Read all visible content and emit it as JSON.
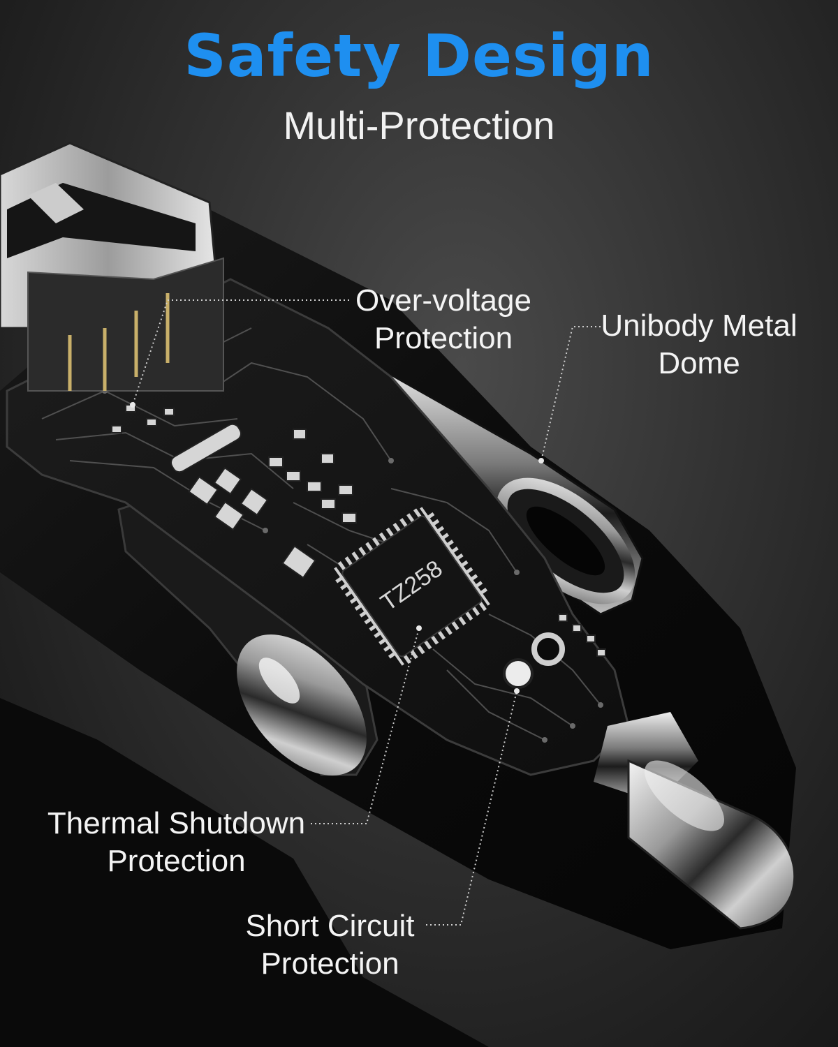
{
  "colors": {
    "accent": "#1e8ff0",
    "background": "#2a2a2a",
    "text": "#f4f4f4"
  },
  "header": {
    "title": "Safety Design",
    "subtitle": "Multi-Protection"
  },
  "product": {
    "chip_label": "TZ258"
  },
  "callouts": {
    "overvoltage": {
      "line1": "Over-voltage",
      "line2": "Protection"
    },
    "unibody": {
      "line1": "Unibody Metal",
      "line2": "Dome"
    },
    "thermal": {
      "line1": "Thermal Shutdown",
      "line2": "Protection"
    },
    "short": {
      "line1": "Short Circuit",
      "line2": "Protection"
    }
  }
}
